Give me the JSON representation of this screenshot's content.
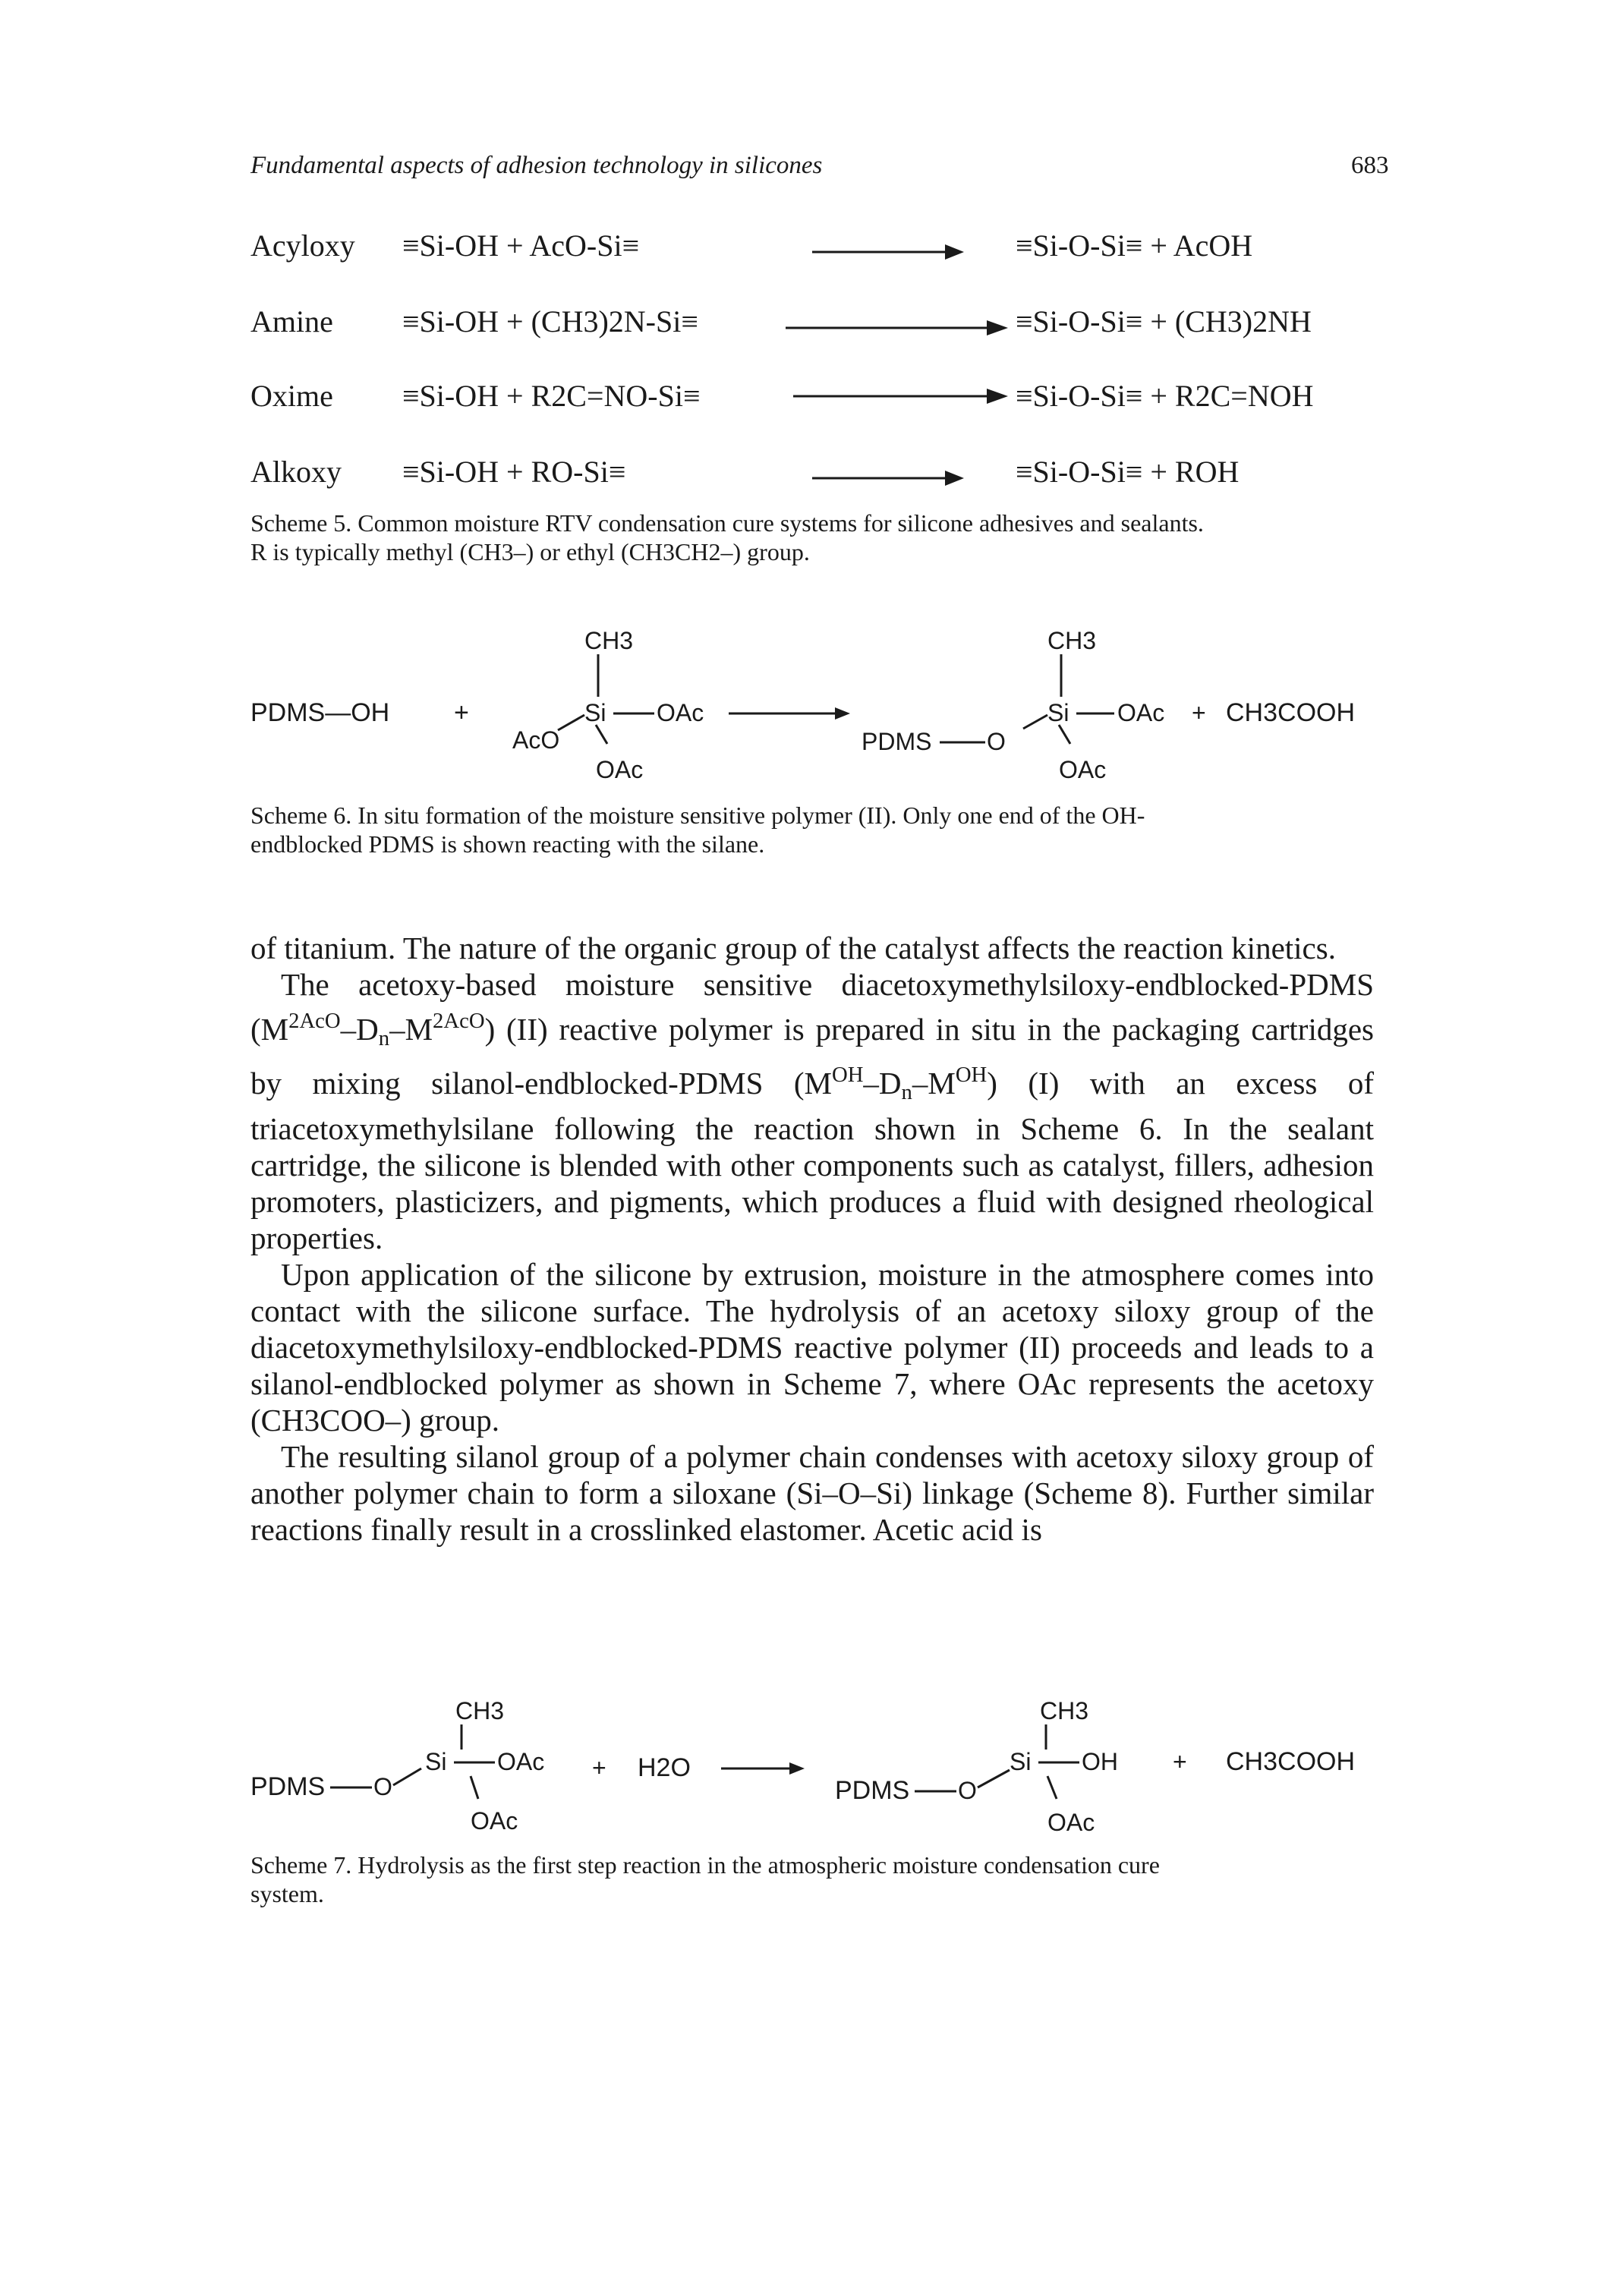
{
  "page": {
    "running_head": "Fundamental aspects of adhesion technology in silicones",
    "page_number": "683"
  },
  "scheme5": {
    "rows": [
      {
        "name": "Acyloxy",
        "reactants": "≡Si-OH  +  AcO-Si≡",
        "products": "≡Si-O-Si≡  +  AcOH"
      },
      {
        "name": "Amine",
        "reactants": "≡Si-OH  +  (CH3)2N-Si≡",
        "products": "≡Si-O-Si≡  +  (CH3)2NH"
      },
      {
        "name": "Oxime",
        "reactants": "≡Si-OH  +  R2C=NO-Si≡",
        "products": "≡Si-O-Si≡  +  R2C=NOH"
      },
      {
        "name": "Alkoxy",
        "reactants": "≡Si-OH  +  RO-Si≡",
        "products": "≡Si-O-Si≡  +  ROH"
      }
    ],
    "caption_1": "Scheme 5. Common moisture RTV condensation cure systems for silicone adhesives and sealants.",
    "caption_2": "R is typically methyl (CH3–) or ethyl (CH3CH2–) group."
  },
  "scheme6": {
    "pdms_oh": "PDMS—OH",
    "plus": "+",
    "ch3": "CH3",
    "si": "Si",
    "oac": "OAc",
    "aco": "AcO",
    "pdms": "PDMS",
    "o": "O",
    "ch3cooh": "CH3COOH",
    "caption_1": "Scheme 6. In situ formation of the moisture sensitive polymer (II). Only one end of the OH-",
    "caption_2": "endblocked PDMS is shown reacting with the silane."
  },
  "body": {
    "p1": "of titanium. The nature of the organic group of the catalyst affects the reaction kinetics.",
    "p2_a": "The acetoxy-based moisture sensitive diacetoxymethylsiloxy-endblocked-PDMS (M",
    "p2_sup1": "2AcO",
    "p2_b": "–D",
    "p2_sub1": "n",
    "p2_c": "–M",
    "p2_sup2": "2AcO",
    "p2_d": ") (II) reactive polymer is prepared in situ in the packaging cartridges by mixing silanol-endblocked-PDMS (M",
    "p2_sup3": "OH",
    "p2_e": "–D",
    "p2_sub2": "n",
    "p2_f": "–M",
    "p2_sup4": "OH",
    "p2_g": ") (I) with an excess of triacetoxymethylsilane following the reaction shown in Scheme 6. In the sealant cartridge, the silicone is blended with other components such as catalyst, fillers, adhesion promoters, plasticizers, and pigments, which produces a fluid with designed rheological properties.",
    "p3": "Upon application of the silicone by extrusion, moisture in the atmosphere comes into contact with the silicone surface. The hydrolysis of an acetoxy siloxy group of the diacetoxymethylsiloxy-endblocked-PDMS reactive polymer (II) proceeds and leads to a silanol-endblocked polymer as shown in Scheme 7, where OAc represents the acetoxy (CH3COO–) group.",
    "p4": "The resulting silanol group of a polymer chain condenses with acetoxy siloxy group of another polymer chain to form a siloxane (Si–O–Si) linkage (Scheme 8). Further similar reactions finally result in a crosslinked elastomer. Acetic acid is"
  },
  "scheme7": {
    "pdms": "PDMS",
    "o": "O",
    "si": "Si",
    "ch3": "CH3",
    "oac": "OAc",
    "oh": "OH",
    "plus": "+",
    "h2o": "H2O",
    "ch3cooh": "CH3COOH",
    "caption_1": "Scheme 7. Hydrolysis as the first step reaction in the atmospheric moisture condensation cure",
    "caption_2": "system."
  }
}
